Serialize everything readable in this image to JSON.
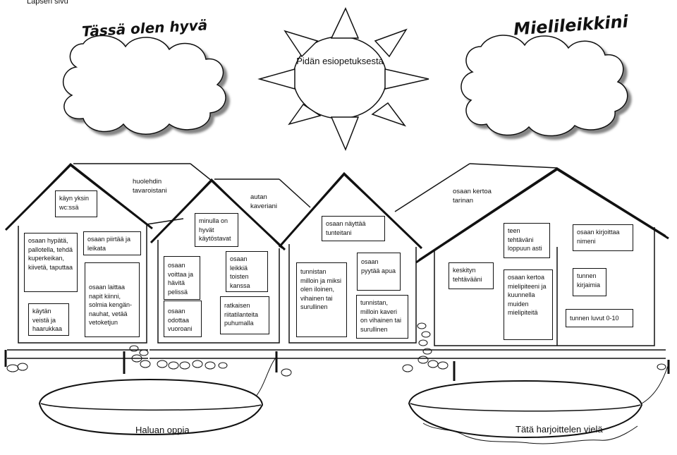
{
  "page_label": "Lapsen sivu",
  "heading_left": "Tässä olen hyvä",
  "heading_right": "Mielileikkini",
  "sun_text": "Pidän esiopetuksesta",
  "house1": {
    "roof_note": "huolehdin tavaroistani",
    "skills": [
      "käyn yksin wc:ssä",
      "osaan hypätä, pallotella, tehdä kuperkeikan, kiivetä, taputtaa",
      "osaan piirtää ja leikata",
      "osaan laittaa napit kiinni, solmia kengän-nauhat, vetää vetoketjun",
      "käytän veistä ja haarukkaa"
    ]
  },
  "house2": {
    "roof_note": "autan kaveriani",
    "skills": [
      "minulla on hyvät käytöstavat",
      "osaan voittaa ja hävitä pelissä",
      "osaan leikkiä toisten kanssa",
      "osaan odottaa vuoroani",
      "ratkaisen riitatilanteita puhumalla"
    ]
  },
  "house3": {
    "skills": [
      "osaan näyttää tunteitani",
      "tunnistan milloin ja miksi olen iloinen, vihainen tai surullinen",
      "osaan pyytää apua",
      "tunnistan, milloin kaveri on vihainen tai surullinen"
    ]
  },
  "house4": {
    "roof_note": "osaan kertoa tarinan",
    "skills": [
      "keskityn tehtävääni",
      "teen tehtäväni loppuun asti",
      "osaan kertoa mielipiteeni ja kuunnella muiden mielipiteitä",
      "osaan kirjoittaa nimeni",
      "tunnen kirjaimia",
      "tunnen luvut 0-10"
    ]
  },
  "boat_left": "Haluan oppia",
  "boat_right": "Tätä harjoittelen vielä"
}
